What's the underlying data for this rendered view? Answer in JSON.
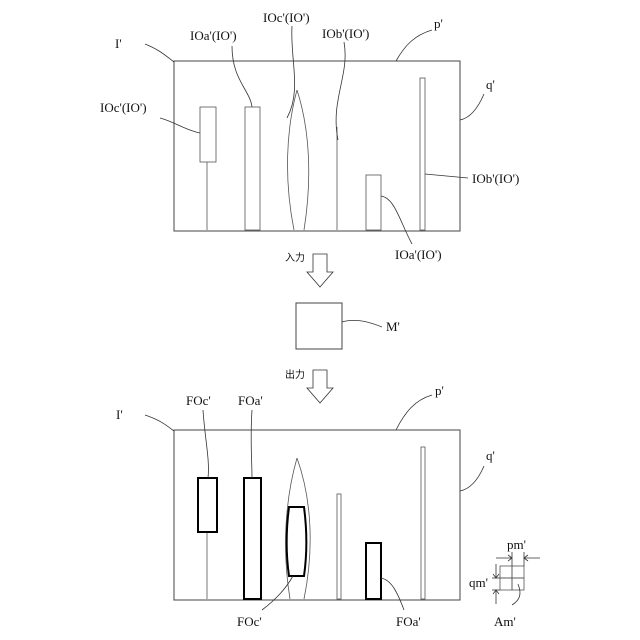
{
  "top": {
    "labels": {
      "frame": "I'",
      "p": "p'",
      "q": "q'",
      "ioc_left": "IOc'(IO')",
      "ioa_upper": "IOa'(IO')",
      "ioc_top": "IOc'(IO')",
      "iob_upper": "IOb'(IO')",
      "iob_right": "IOb'(IO')",
      "ioa_lower": "IOa'(IO')"
    }
  },
  "process": {
    "input_label": "入力",
    "module_label": "M'",
    "output_label": "出力"
  },
  "bottom": {
    "labels": {
      "frame": "I'",
      "p": "p'",
      "q": "q'",
      "foc_upper": "FOc'",
      "foa_upper": "FOa'",
      "foc_lower": "FOc'",
      "foa_lower": "FOa'"
    },
    "legend": {
      "pm": "pm'",
      "qm": "qm'",
      "am": "Am'"
    }
  },
  "colors": {
    "stroke": "#000000",
    "thin_stroke": "#555555",
    "background": "#ffffff"
  }
}
